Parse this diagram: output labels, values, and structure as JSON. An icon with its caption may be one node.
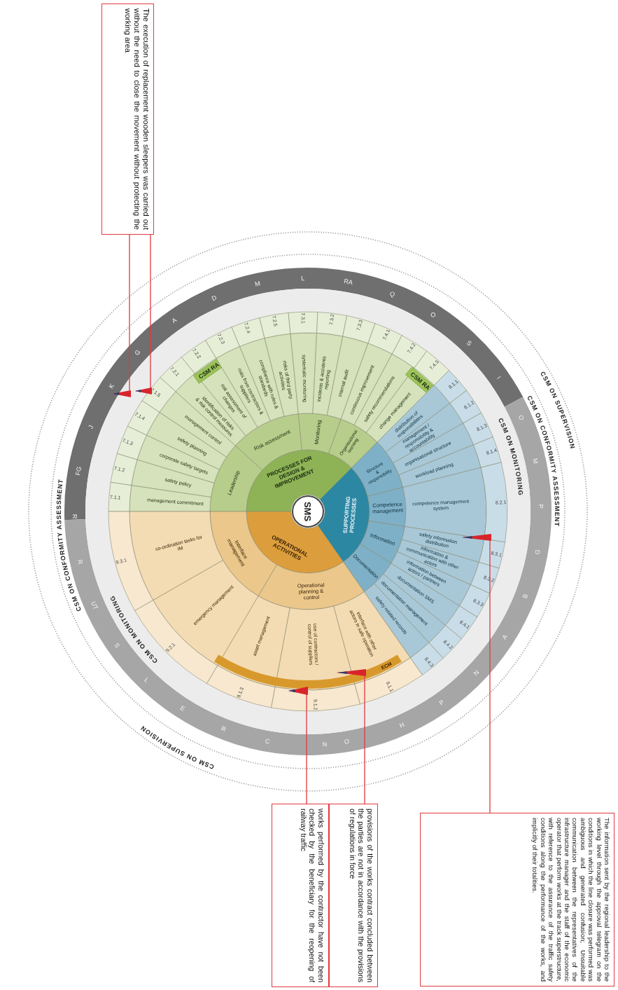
{
  "diagram": {
    "nodes": [
      {
        "text": [
          "SMS"
        ]
      },
      {
        "text": [
          "PROCESSES FOR DESIGN & IMPROVEMENT"
        ]
      },
      {
        "text": [
          "SUPPORTING PROCESSES"
        ]
      },
      {
        "text": [
          "OPERATIONAL ACTIVITIES"
        ]
      },
      {
        "text": [
          "Leadership"
        ]
      },
      {
        "text": [
          "Risk assessment"
        ]
      },
      {
        "text": [
          "Monitoring"
        ]
      },
      {
        "text": [
          "Organisational learning"
        ]
      },
      {
        "text": [
          "Structure & responsibility"
        ]
      },
      {
        "text": [
          "Competence management"
        ]
      },
      {
        "text": [
          "Information"
        ]
      },
      {
        "text": [
          "Documentation"
        ]
      },
      {
        "text": [
          "Operational planning & control"
        ]
      },
      {
        "text": [
          "Interface management"
        ]
      },
      {
        "text": [
          "7.1.1",
          "management commitment"
        ]
      },
      {
        "text": [
          "7.1.2",
          "safety policy"
        ]
      },
      {
        "text": [
          "7.1.3",
          "corporate safety targets"
        ]
      },
      {
        "text": [
          "7.1.4",
          "safety planning"
        ]
      },
      {
        "text": [
          "7.1.5",
          "management control"
        ]
      },
      {
        "text": [
          "7.2.1",
          "identification of risks & risk control measures"
        ]
      },
      {
        "text": [
          "7.2.2",
          "risk assessment of changes"
        ]
      },
      {
        "text": [
          "7.2.3",
          "risks from contractors & suppliers"
        ]
      },
      {
        "text": [
          "7.2.4",
          "compliance with rules & standards"
        ]
      },
      {
        "text": [
          "7.2.5",
          "risks of third party activities"
        ]
      },
      {
        "text": [
          "7.3.1",
          "systematic monitoring"
        ]
      },
      {
        "text": [
          "7.3.2",
          "incidents & accidents reporting"
        ]
      },
      {
        "text": [
          "7.3.3",
          "internal audit"
        ]
      },
      {
        "text": [
          "7.4.1",
          "continuous improvement"
        ]
      },
      {
        "text": [
          "7.4.2",
          "safety recommendations"
        ]
      },
      {
        "text": [
          "7.4.3",
          "change management"
        ]
      },
      {
        "text": [
          "8.1.1",
          "distribution of responsibilities"
        ]
      },
      {
        "text": [
          "8.1.2",
          "management / responsibility & accountability"
        ]
      },
      {
        "text": [
          "8.1.3",
          "organisational structure"
        ]
      },
      {
        "text": [
          "8.1.4",
          "workload planning"
        ]
      },
      {
        "text": [
          "8.2.1",
          "competence management system"
        ]
      },
      {
        "text": [
          "8.3.1",
          "safety information distribution"
        ]
      },
      {
        "text": [
          "8.3.2",
          "information & communication with other actors"
        ]
      },
      {
        "text": [
          "8.3.3",
          "information between actors / partners"
        ]
      },
      {
        "text": [
          "8.4.1",
          "documentation SMS"
        ]
      },
      {
        "text": [
          "8.4.2",
          "documentation management"
        ]
      },
      {
        "text": [
          "8.4.3",
          "safety related records"
        ]
      },
      {
        "text": [
          "9.1.1",
          "interface with other actors in safe operation"
        ]
      },
      {
        "text": [
          "9.1.2",
          "use of contractors / control of suppliers"
        ]
      },
      {
        "text": [
          "9.1.3",
          "asset management"
        ]
      },
      {
        "text": [
          "9.2.1",
          "emergency management"
        ]
      },
      {
        "text": [
          "9.3.1",
          "co-ordination tasks for IM"
        ]
      },
      {
        "text": [
          "ECM"
        ]
      },
      {
        "text": [
          "CSM RA"
        ],
        "in": 20
      },
      {
        "text": [
          "CSM RA"
        ],
        "in": 29
      },
      {
        "text": [
          "The execution of replacement wooden sleepers was carried out without the need to close the movement without protecting the working area"
        ]
      },
      {
        "text": [
          "works performed by the contractor have not been checked by the beneficiary for the reopening of railway traffic"
        ]
      },
      {
        "text": [
          "provisions of the works contract concluded between the parties are not in accordance with the provisions of regulations in force"
        ]
      },
      {
        "text": [
          "The information sent by the regional leadership to the working level through the approval telegram on the conditions in which the line closure was performed was ambiguous and generated confusion; Unsuitable communication between the representatives of the infrastructure manager and the staff of the economic operator that perform works at the track superstructure, with reference to the assurance of the traffic safety conditions along the performance of the works, and implicitly of their totalities."
        ]
      },
      {
        "text": [],
        "shape": "triangle"
      },
      {
        "text": [],
        "shape": "triangle"
      },
      {
        "text": [],
        "shape": "triangle"
      },
      {
        "text": [],
        "shape": "triangle"
      },
      {
        "text": [],
        "shape": "triangle"
      }
    ],
    "edges": [
      {
        "from": 49,
        "to": 53,
        "arrow": "none"
      },
      {
        "from": 49,
        "to": 54,
        "arrow": "none"
      },
      {
        "from": 50,
        "to": 55,
        "arrow": "none"
      },
      {
        "from": 51,
        "to": 56,
        "arrow": "none"
      },
      {
        "from": 52,
        "to": 57,
        "arrow": "none"
      }
    ],
    "labels": [
      "FG",
      "J",
      "K",
      "G",
      "A",
      "D",
      "M",
      "L",
      "RA",
      "Q",
      "O",
      "S",
      "I",
      "O",
      "M",
      "P",
      "G",
      "B",
      "A",
      "N",
      "P",
      "H",
      "O",
      "N",
      "C",
      "R",
      "E",
      "L",
      "S",
      "UT",
      "R",
      "R",
      "CSM ON SUPERVISION",
      "CSM ON CONFORMITY ASSESSMENT",
      "CSM ON MONITORING",
      "CSM ON MONITORING",
      "CSM ON CONFORMITY ASSESSMENT",
      "CSM ON SUPERVISION"
    ]
  }
}
